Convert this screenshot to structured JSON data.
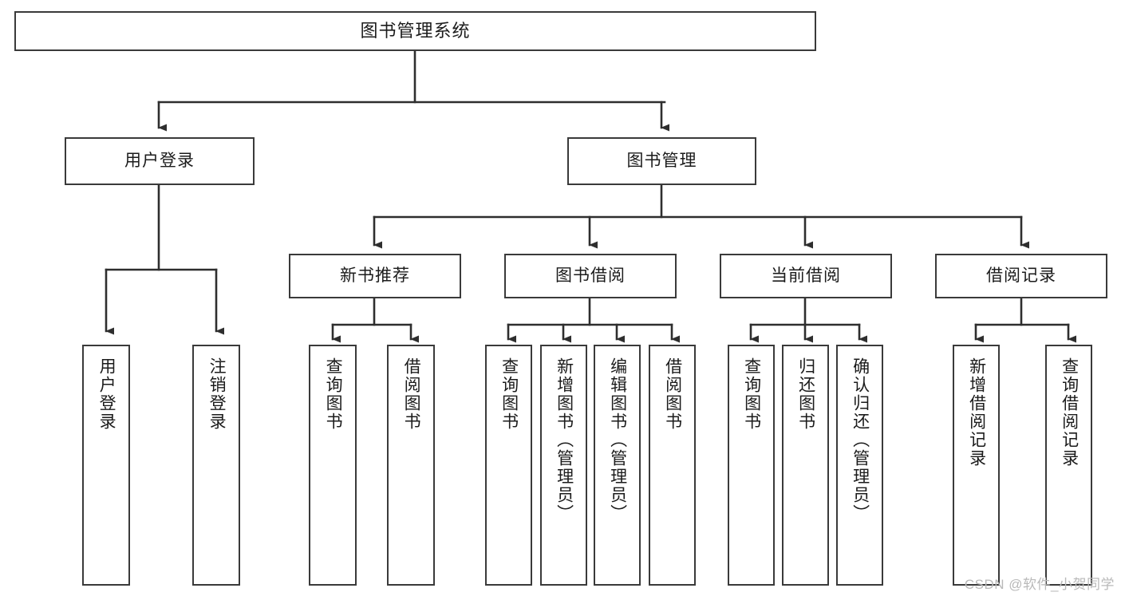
{
  "diagram": {
    "type": "tree-hierarchy-chart",
    "title": "图书管理系统",
    "colors": {
      "background": "#ffffff",
      "box_border": "#3a3a3a",
      "box_fill": "#ffffff",
      "text": "#1b1b1b",
      "connector": "#2e2e2e",
      "watermark": "#b9b9b9"
    },
    "root": {
      "label": "图书管理系统"
    },
    "level2": [
      {
        "label": "用户登录"
      },
      {
        "label": "图书管理"
      }
    ],
    "level3": [
      {
        "label": "新书推荐"
      },
      {
        "label": "图书借阅"
      },
      {
        "label": "当前借阅"
      },
      {
        "label": "借阅记录"
      }
    ],
    "leaves": {
      "user_login": [
        {
          "label": "用户登录"
        },
        {
          "label": "注销登录"
        }
      ],
      "new_book_recommend": [
        {
          "label": "查询图书"
        },
        {
          "label": "借阅图书"
        }
      ],
      "book_borrow": [
        {
          "label": "查询图书"
        },
        {
          "label": "新增图书（管理员）"
        },
        {
          "label": "编辑图书（管理员）"
        },
        {
          "label": "借阅图书"
        }
      ],
      "current_borrow": [
        {
          "label": "查询图书"
        },
        {
          "label": "归还图书"
        },
        {
          "label": "确认归还（管理员）"
        }
      ],
      "borrow_records": [
        {
          "label": "新增借阅记录"
        },
        {
          "label": "查询借阅记录"
        }
      ]
    }
  },
  "watermark": {
    "text": "CSDN @软件_小贺同学"
  }
}
